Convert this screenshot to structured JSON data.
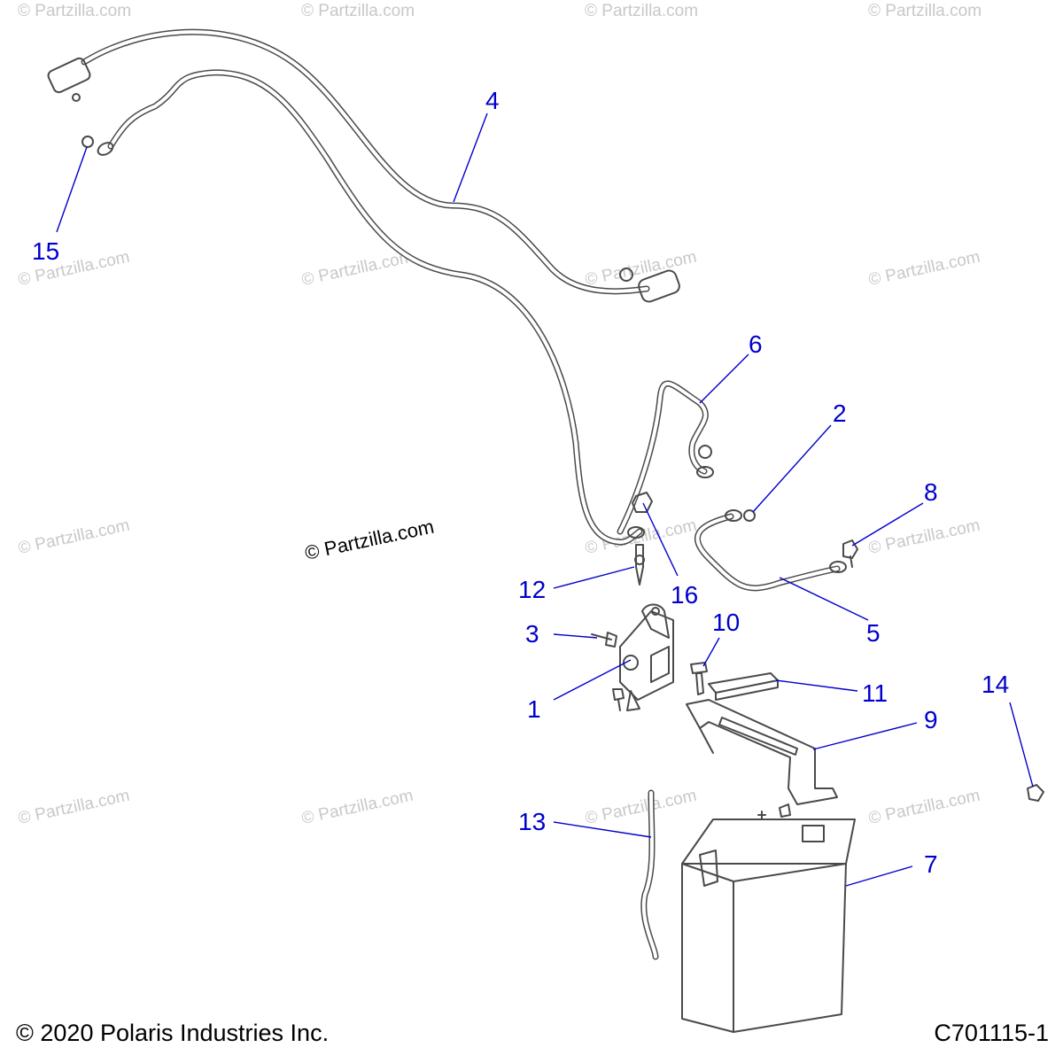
{
  "watermark_text": "© Partzilla.com",
  "center_credit": "© Partzilla.com",
  "footer": {
    "copyright": "© 2020 Polaris Industries Inc.",
    "diagram_code": "C701115-1"
  },
  "callouts": [
    "1",
    "2",
    "3",
    "4",
    "5",
    "6",
    "7",
    "8",
    "9",
    "10",
    "11",
    "12",
    "13",
    "14",
    "15",
    "16"
  ],
  "colors": {
    "callout": "#0000cc",
    "line_art": "#4a4a4a",
    "watermark": "#c8c8c8"
  }
}
